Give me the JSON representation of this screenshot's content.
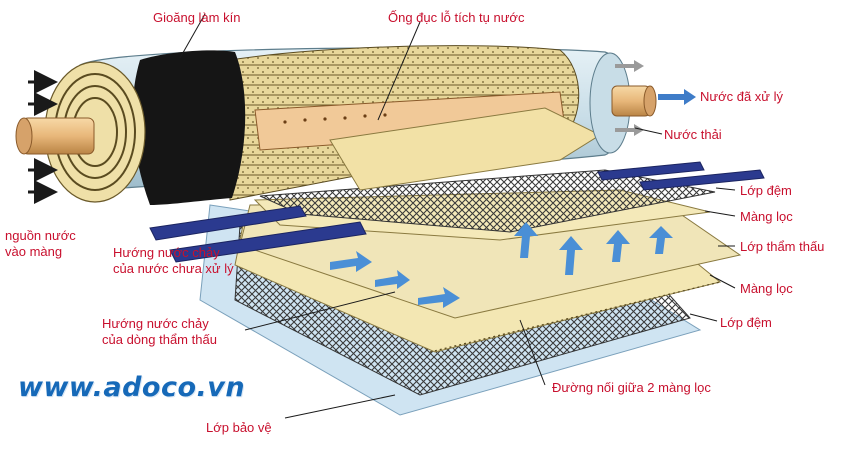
{
  "labels": {
    "gasket": "Gioăng làm kín",
    "collector_tube": "Ống đục lỗ tích tụ nước",
    "treated_water": "Nước đã xử lý",
    "waste_water": "Nước thải",
    "feed_water": "nguồn nước\nvào màng",
    "feed_flow": "Hướng nước chảy\ncủa nước chưa xử lý",
    "spacer_top": "Lớp đệm",
    "membrane_top": "Màng lọc",
    "permeate_layer": "Lớp thẩm thấu",
    "membrane_bottom": "Màng lọc",
    "spacer_bottom": "Lớp đệm",
    "permeate_flow": "Hướng nước chảy\ncủa dòng thẩm thấu",
    "seam": "Đường nối giữa 2 màng lọc",
    "protective_layer": "Lớp bảo vệ"
  },
  "watermark": "www.adoco.vn",
  "colors": {
    "label_text": "#c8102e",
    "watermark": "#1669b8",
    "membrane": "#f3e7b3",
    "arrow_blue": "#4a8fd6",
    "feed_channel": "#2b3a8f",
    "casing": "#cfe3ec",
    "gasket": "#151515"
  },
  "icons": [
    "feed-arrow-icon",
    "treated-water-arrow-icon",
    "flow-arrow-icon"
  ]
}
